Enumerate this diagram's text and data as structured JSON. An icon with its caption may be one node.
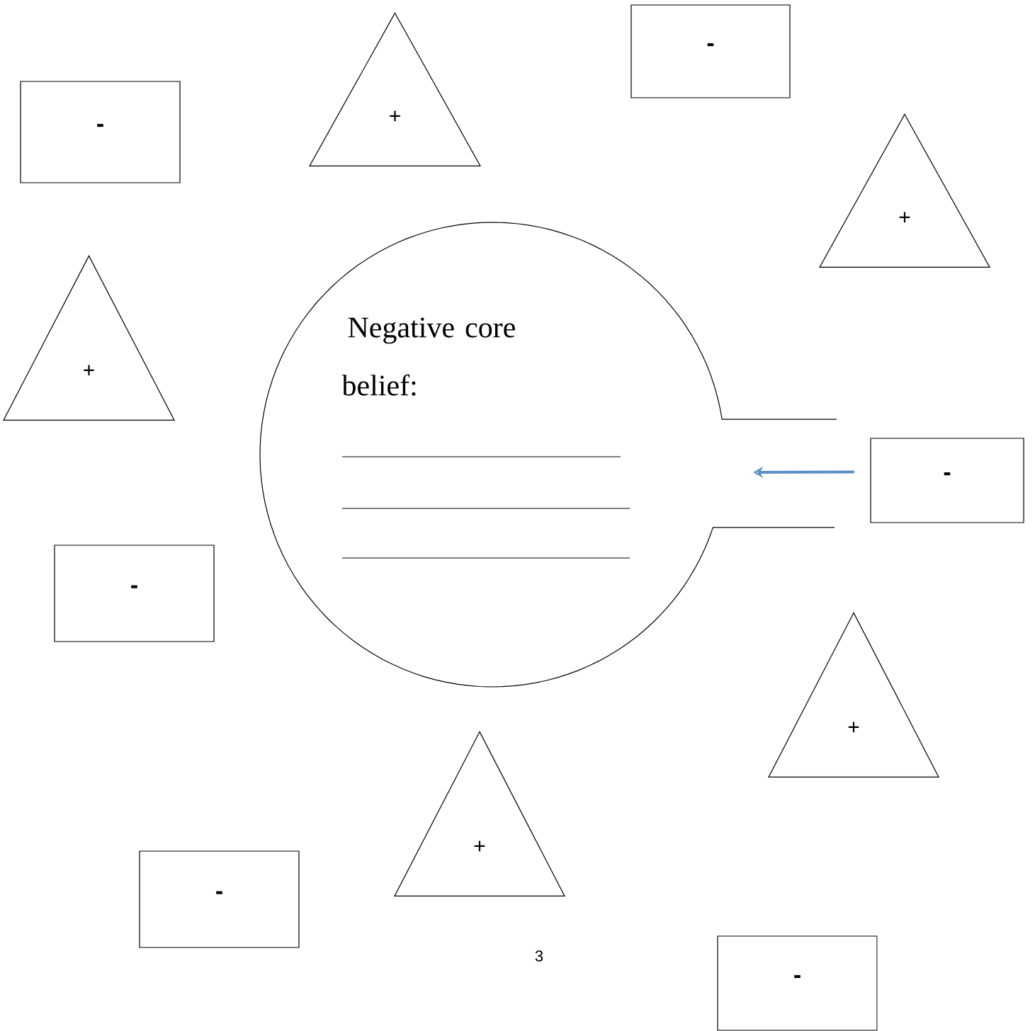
{
  "diagram": {
    "nodes": [
      {
        "text": [
          "-"
        ]
      },
      {
        "text": [
          "+"
        ]
      },
      {
        "text": [
          "-"
        ]
      },
      {
        "text": [
          "+"
        ]
      },
      {
        "text": [
          "Negative core belief:"
        ]
      },
      {
        "text": [
          "+"
        ]
      },
      {
        "text": [
          "-"
        ]
      },
      {
        "text": [
          "-"
        ]
      },
      {
        "text": [
          "+"
        ]
      },
      {
        "text": [
          "+"
        ]
      },
      {
        "text": [
          "-"
        ]
      },
      {
        "text": [
          "-"
        ]
      }
    ],
    "edges": [
      {
        "from": 6,
        "to": 4,
        "arrow": "to",
        "color": "#5b8fc7"
      }
    ],
    "labels": [
      "3"
    ]
  }
}
